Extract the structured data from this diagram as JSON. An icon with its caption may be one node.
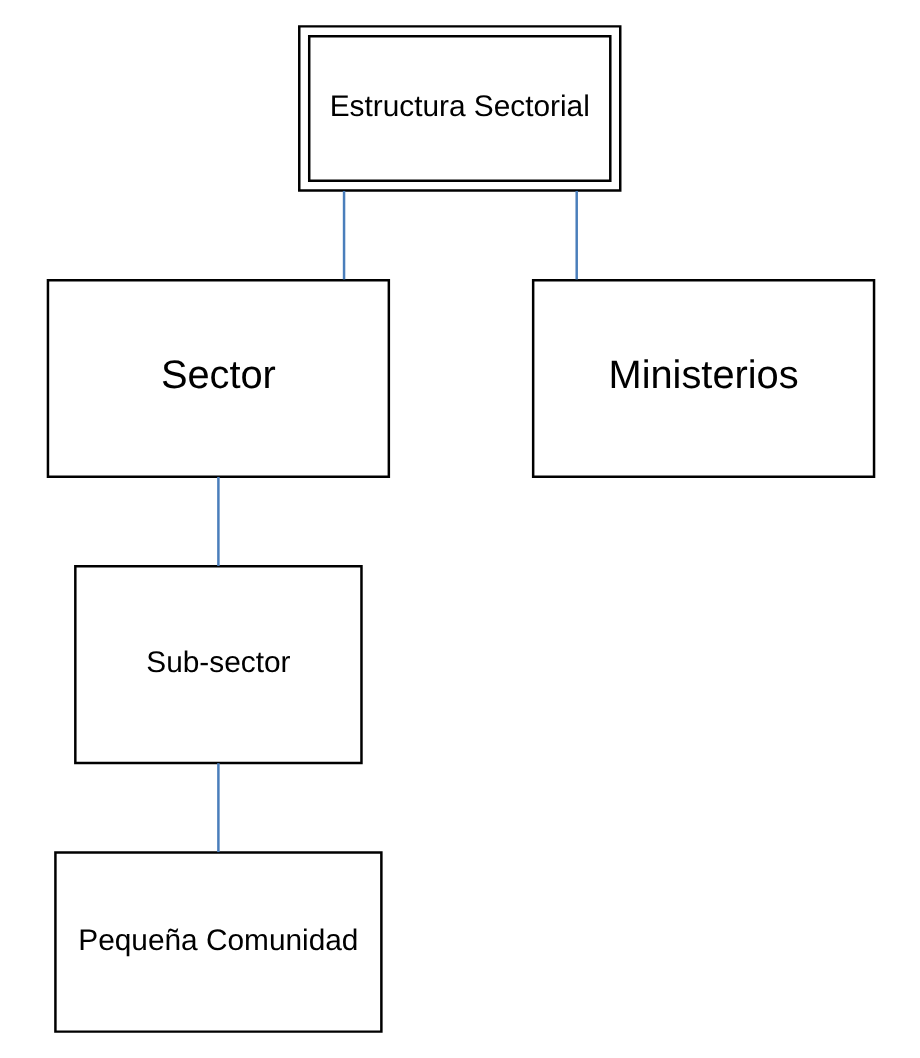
{
  "diagram": {
    "nodes": [
      {
        "text": [
          "Estructura Sectorial"
        ]
      },
      {
        "text": [
          "Sector"
        ]
      },
      {
        "text": [
          "Ministerios"
        ]
      },
      {
        "text": [
          "Sub-sector"
        ]
      },
      {
        "text": [
          "Pequeña Comunidad"
        ]
      }
    ],
    "edges": [
      {
        "from": 0,
        "to": 1,
        "arrow": "none"
      },
      {
        "from": 0,
        "to": 2,
        "arrow": "none"
      },
      {
        "from": 1,
        "to": 3,
        "arrow": "none"
      },
      {
        "from": 3,
        "to": 4,
        "arrow": "none"
      }
    ]
  }
}
